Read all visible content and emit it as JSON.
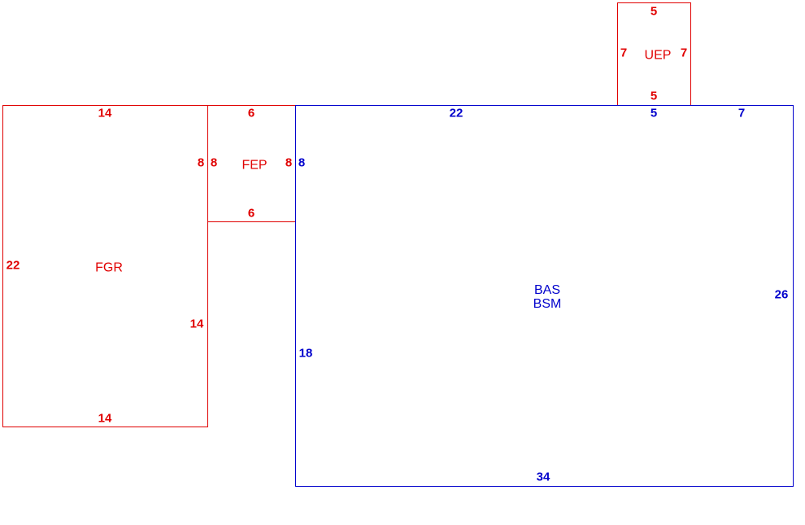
{
  "colors": {
    "addition": "#e00000",
    "main": "#0000cc"
  },
  "areas": {
    "fgr": {
      "code": "FGR",
      "top": "14",
      "left": "22",
      "right_upper": "8",
      "right_lower": "14",
      "bottom": "14"
    },
    "fep": {
      "code": "FEP",
      "top": "6",
      "left": "8",
      "right": "8",
      "bottom": "6"
    },
    "uep": {
      "code": "UEP",
      "top": "5",
      "left": "7",
      "right": "7",
      "bottom": "5"
    },
    "bas": {
      "code_line1": "BAS",
      "code_line2": "BSM",
      "top_a": "22",
      "top_b": "5",
      "top_c": "7",
      "left_upper": "8",
      "left_lower": "18",
      "right": "26",
      "bottom": "34"
    }
  }
}
